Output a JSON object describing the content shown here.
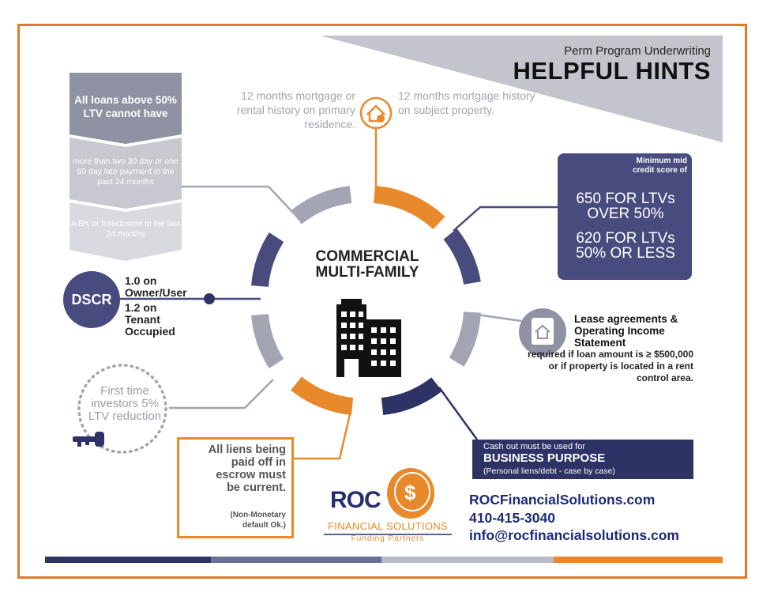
{
  "header": {
    "subtitle": "Perm Program Underwriting",
    "title": "HELPFUL HINTS"
  },
  "center": {
    "title_line1": "COMMERCIAL",
    "title_line2": "MULTI-FAMILY",
    "icon": "building-icon"
  },
  "mortgage": {
    "left_text": "12 months mortgage or rental history on primary residence.",
    "right_text": "12 months mortgage history on subject property.",
    "icon": "house-check-icon"
  },
  "ltv_panel": {
    "heading": "All loans above 50% LTV cannot have",
    "item_a": "more than two 30 day or one 60 day late payment in the past 24 months",
    "item_b": "A BK or foreclosure in the last 24 months"
  },
  "credit": {
    "label": "Minimum mid credit score of",
    "line1": "650 FOR LTVs OVER 50%",
    "line2": "620 FOR LTVs 50% OR LESS"
  },
  "dscr": {
    "label": "DSCR",
    "owner_line1": "1.0 on",
    "owner_line2": "Owner/User",
    "tenant_line1": "1.2 on",
    "tenant_line2": "Tenant",
    "tenant_line3": "Occupied"
  },
  "lease": {
    "heading": "Lease agreements & Operating Income Statement",
    "body": "required if loan amount is ≥ $500,000 or if property is located in a rent control area.",
    "icon": "document-house-icon"
  },
  "investors": {
    "text": "First time investors 5% LTV reduction",
    "icon": "key-icon"
  },
  "liens": {
    "text": "All liens being paid off in escrow must be current.",
    "note": "(Non-Monetary default Ok.)",
    "icon": "hand-coin-icon"
  },
  "cash_out": {
    "line1": "Cash out must be used for",
    "line2": "BUSINESS PURPOSE",
    "line3": "(Personal liens/debt - case by case)",
    "icon": "briefcase-icon"
  },
  "logo": {
    "name": "ROC",
    "tagline": "FINANCIAL SOLUTIONS",
    "subtagline": "Funding Partners"
  },
  "contact": {
    "website": "ROCFinancialSolutions.com",
    "phone": "410-415-3040",
    "email": "info@rocfinancialsolutions.com"
  },
  "colors": {
    "navy": "#2e3366",
    "slate": "#474b7d",
    "orange": "#e8892c",
    "gray": "#9c9ea8"
  }
}
